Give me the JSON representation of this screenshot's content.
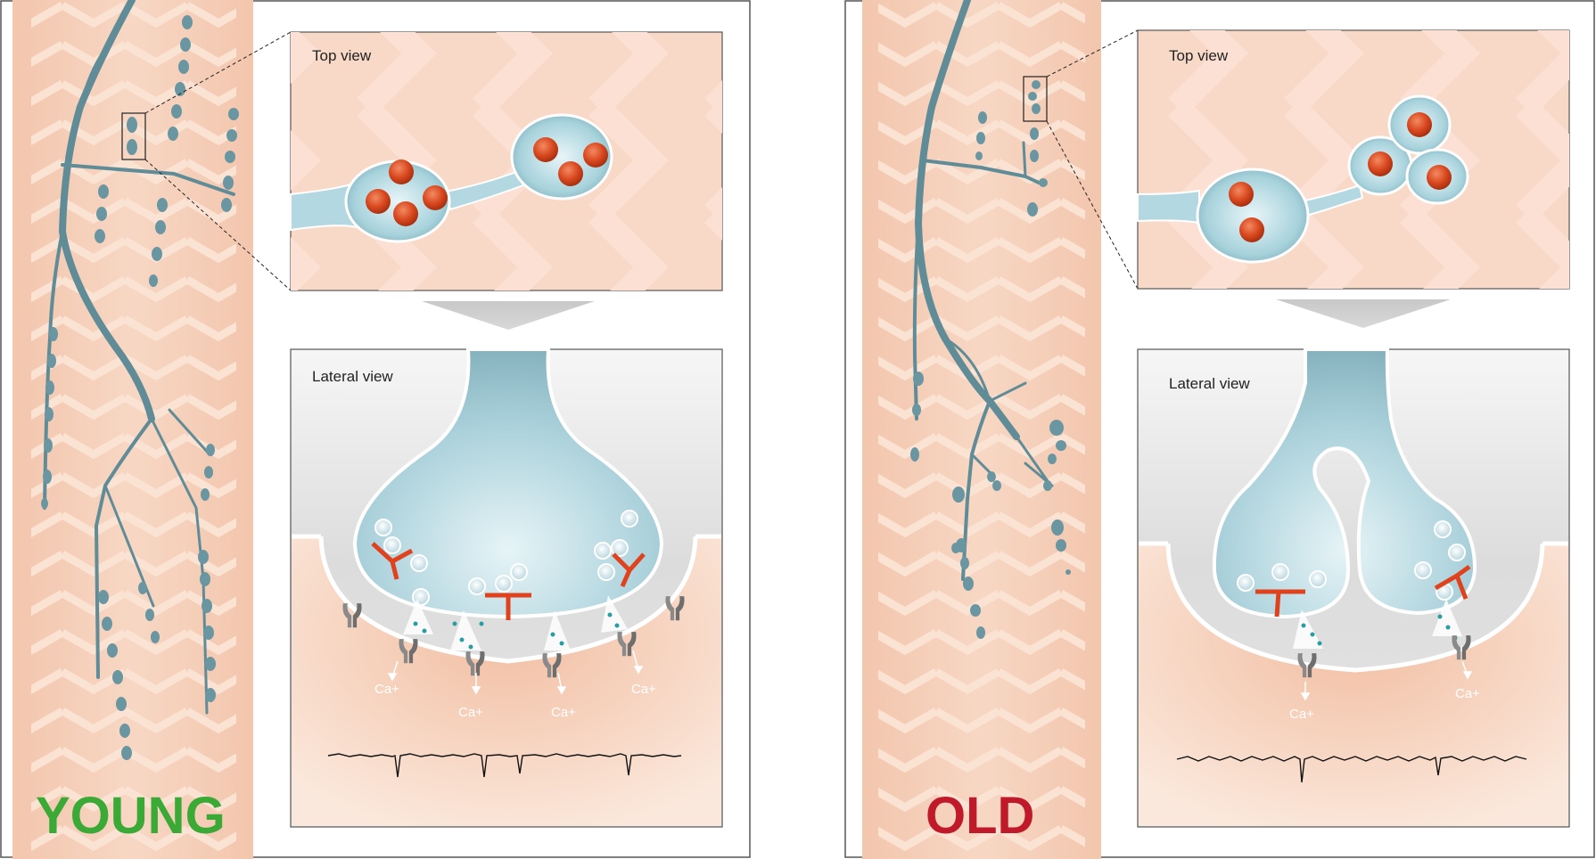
{
  "young": {
    "label": "YOUNG",
    "top_view_label": "Top view",
    "lateral_view_label": "Lateral view",
    "ion_labels": [
      "Ca+",
      "Ca+",
      "Ca+",
      "Ca+"
    ]
  },
  "old": {
    "label": "OLD",
    "top_view_label": "Top view",
    "lateral_view_label": "Lateral view",
    "ion_labels": [
      "Ca+",
      "Ca+"
    ]
  },
  "colors": {
    "young_label": "#3aa935",
    "old_label": "#c0192a",
    "muscle_fiber": "#f5d0ba",
    "axon": "#5f8c97",
    "terminal": "#b3d8e1",
    "vesicle_core": "#d9481f",
    "receptor": "#e0421e"
  }
}
